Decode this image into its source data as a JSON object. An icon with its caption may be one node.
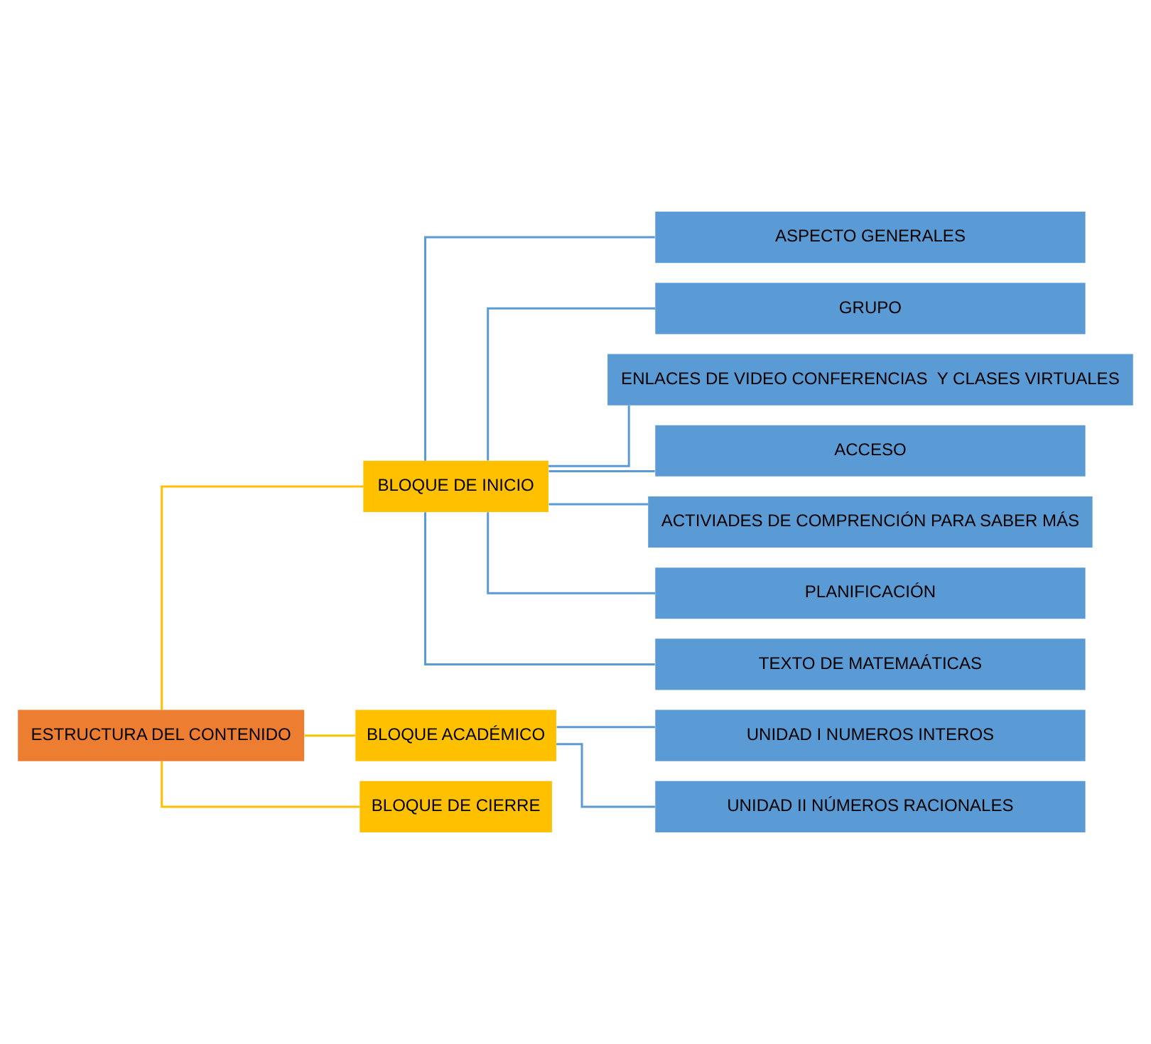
{
  "diagram": {
    "nodes": [
      {
        "text": [
          "ESTRUCTURA DEL CONTENIDO"
        ]
      },
      {
        "text": [
          "BLOQUE DE INICIO"
        ]
      },
      {
        "text": [
          "ASPECTO GENERALES"
        ]
      },
      {
        "text": [
          "GRUPO"
        ]
      },
      {
        "text": [
          "ENLACES DE VIDEO CONFERENCIAS  Y CLASES VIRTUALES"
        ]
      },
      {
        "text": [
          "ACCESO"
        ]
      },
      {
        "text": [
          "ACTIVIADES DE COMPRENCIÓN PARA SABER MÁS"
        ]
      },
      {
        "text": [
          "PLANIFICACIÓN"
        ]
      },
      {
        "text": [
          "TEXTO DE MATEMAÁTICAS"
        ]
      },
      {
        "text": [
          "BLOQUE ACADÉMICO"
        ]
      },
      {
        "text": [
          "UNIDAD I NUMEROS INTEROS"
        ]
      },
      {
        "text": [
          "UNIDAD II NÚMEROS RACIONALES"
        ]
      },
      {
        "text": [
          "BLOQUE DE CIERRE"
        ]
      }
    ],
    "edges": [
      {
        "from": 0,
        "to": 1,
        "arrow": "none",
        "color": "#ffc000"
      },
      {
        "from": 0,
        "to": 9,
        "arrow": "none",
        "color": "#ffc000"
      },
      {
        "from": 0,
        "to": 12,
        "arrow": "none",
        "color": "#ffc000"
      },
      {
        "from": 1,
        "to": 2,
        "arrow": "none"
      },
      {
        "from": 1,
        "to": 3,
        "arrow": "none"
      },
      {
        "from": 1,
        "to": 4,
        "arrow": "none"
      },
      {
        "from": 1,
        "to": 5,
        "arrow": "none"
      },
      {
        "from": 1,
        "to": 6,
        "arrow": "none"
      },
      {
        "from": 1,
        "to": 7,
        "arrow": "none"
      },
      {
        "from": 1,
        "to": 8,
        "arrow": "none"
      },
      {
        "from": 9,
        "to": 10,
        "arrow": "none"
      },
      {
        "from": 9,
        "to": 11,
        "arrow": "none"
      }
    ]
  }
}
